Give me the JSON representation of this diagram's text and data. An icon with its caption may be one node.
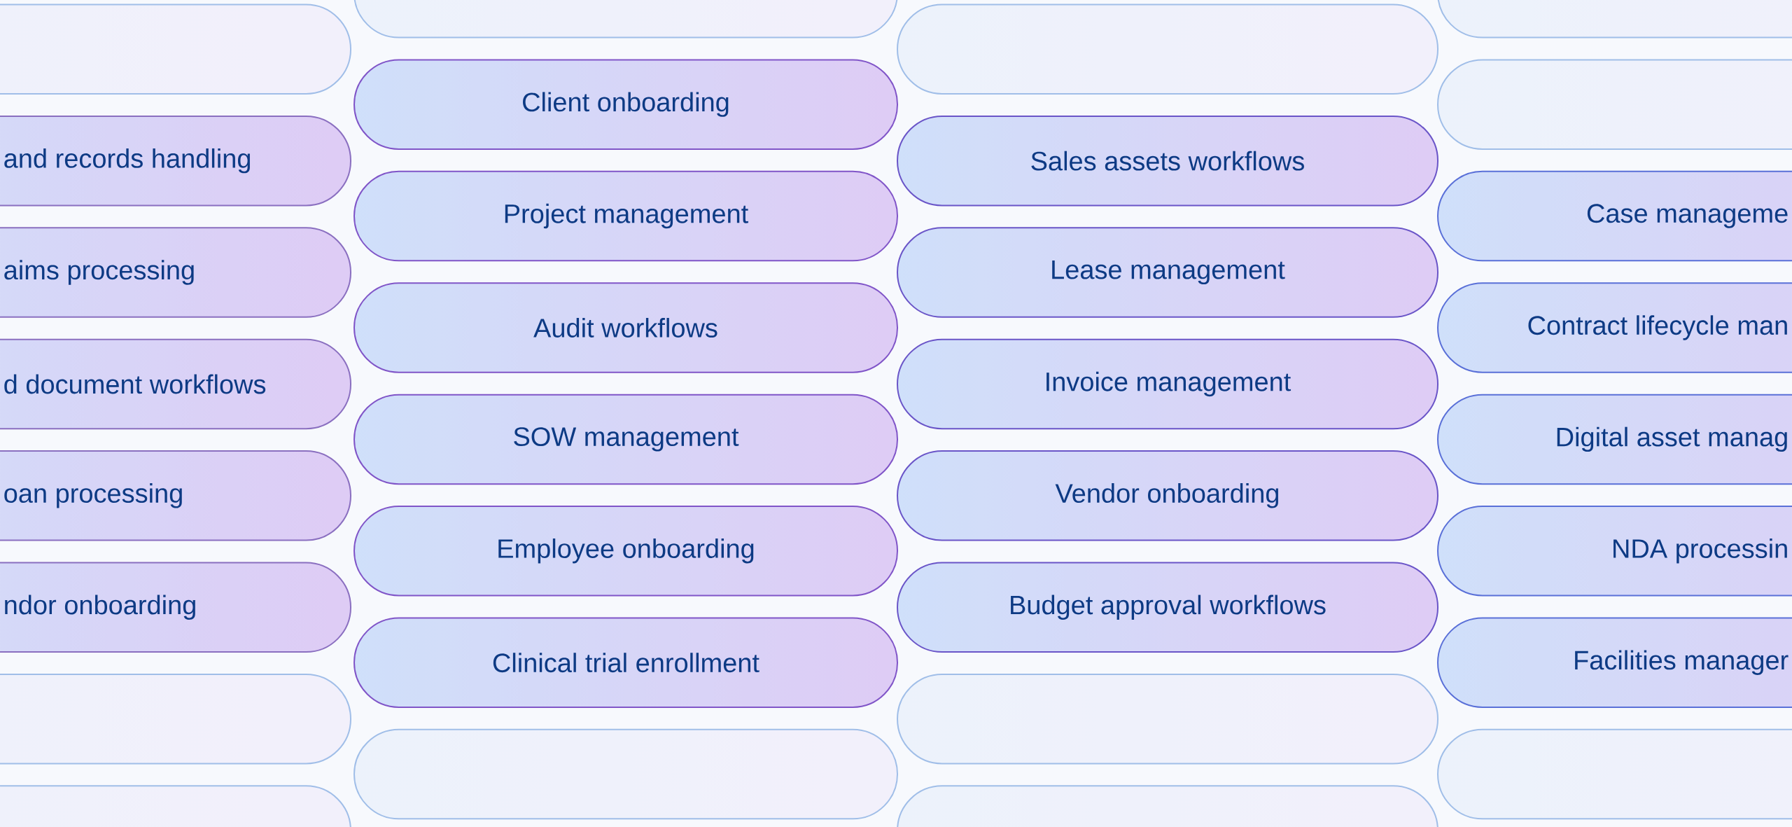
{
  "diagram": {
    "nodes": [
      {
        "text": [],
        "shape": "box"
      },
      {
        "text": [
          "and records handling"
        ]
      },
      {
        "text": [
          "aims processing"
        ]
      },
      {
        "text": [
          "d document workflows"
        ]
      },
      {
        "text": [
          "oan processing"
        ]
      },
      {
        "text": [
          "ndor onboarding"
        ]
      },
      {
        "text": [],
        "shape": "box"
      },
      {
        "text": [],
        "shape": "box"
      },
      {
        "text": [],
        "shape": "box"
      },
      {
        "text": [
          "Client onboarding"
        ]
      },
      {
        "text": [
          "Project management"
        ]
      },
      {
        "text": [
          "Audit workflows"
        ]
      },
      {
        "text": [
          "SOW management"
        ]
      },
      {
        "text": [
          "Employee onboarding"
        ]
      },
      {
        "text": [
          "Clinical trial enrollment"
        ]
      },
      {
        "text": [],
        "shape": "box"
      },
      {
        "text": [],
        "shape": "box"
      },
      {
        "text": [
          "Sales assets workflows"
        ]
      },
      {
        "text": [
          "Lease management"
        ]
      },
      {
        "text": [
          "Invoice management"
        ]
      },
      {
        "text": [
          "Vendor onboarding"
        ]
      },
      {
        "text": [
          "Budget approval workflows"
        ]
      },
      {
        "text": [],
        "shape": "box"
      },
      {
        "text": [],
        "shape": "box"
      },
      {
        "text": [],
        "shape": "box"
      },
      {
        "text": [],
        "shape": "box"
      },
      {
        "text": [
          "Case manageme"
        ]
      },
      {
        "text": [
          "Contract lifecycle man"
        ]
      },
      {
        "text": [
          "Digital asset manag"
        ]
      },
      {
        "text": [
          "NDA processin"
        ]
      },
      {
        "text": [
          "Facilities manager"
        ]
      },
      {
        "text": [],
        "shape": "box"
      }
    ]
  }
}
